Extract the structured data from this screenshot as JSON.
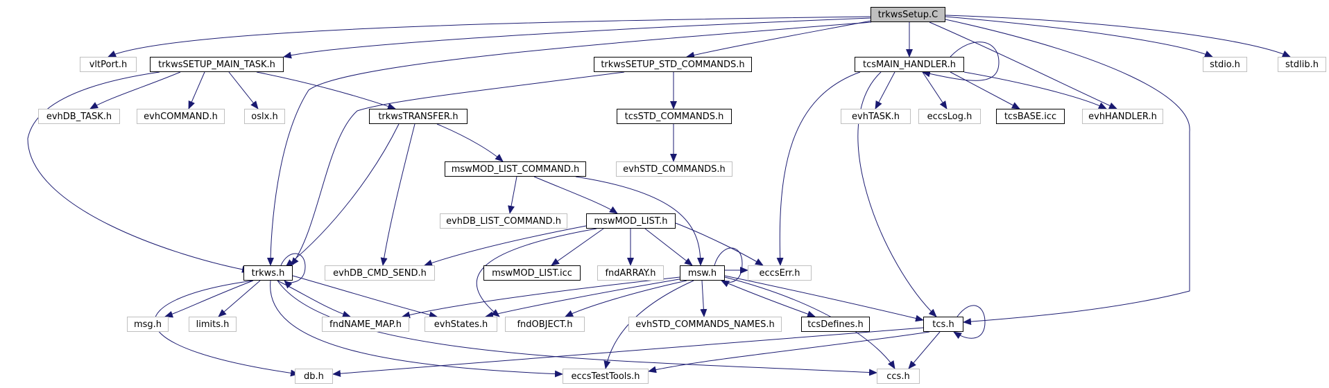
{
  "graph": {
    "edge_color": "#191970",
    "root_fill": "#bfbfbf",
    "external_border": "#bfbfbf",
    "documented_border": "#000000",
    "nodes": [
      {
        "id": "root",
        "label": "trkwsSetup.C",
        "kind": "root"
      },
      {
        "id": "vltPort",
        "label": "vltPort.h",
        "kind": "ext"
      },
      {
        "id": "mainTask",
        "label": "trkwsSETUP_MAIN_TASK.h",
        "kind": "doc"
      },
      {
        "id": "stdCmds",
        "label": "trkwsSETUP_STD_COMMANDS.h",
        "kind": "doc"
      },
      {
        "id": "mainHandler",
        "label": "tcsMAIN_HANDLER.h",
        "kind": "doc"
      },
      {
        "id": "stdio",
        "label": "stdio.h",
        "kind": "ext"
      },
      {
        "id": "stdlib",
        "label": "stdlib.h",
        "kind": "ext"
      },
      {
        "id": "evhDbTask",
        "label": "evhDB_TASK.h",
        "kind": "ext"
      },
      {
        "id": "evhCommand",
        "label": "evhCOMMAND.h",
        "kind": "ext"
      },
      {
        "id": "oslx",
        "label": "oslx.h",
        "kind": "ext"
      },
      {
        "id": "transfer",
        "label": "trkwsTRANSFER.h",
        "kind": "doc"
      },
      {
        "id": "tcsStdCmds",
        "label": "tcsSTD_COMMANDS.h",
        "kind": "doc"
      },
      {
        "id": "evhTask",
        "label": "evhTASK.h",
        "kind": "ext"
      },
      {
        "id": "eccsLog",
        "label": "eccsLog.h",
        "kind": "ext"
      },
      {
        "id": "tcsBase",
        "label": "tcsBASE.icc",
        "kind": "doc"
      },
      {
        "id": "evhHandler",
        "label": "evhHANDLER.h",
        "kind": "ext"
      },
      {
        "id": "mswModListCmd",
        "label": "mswMOD_LIST_COMMAND.h",
        "kind": "doc"
      },
      {
        "id": "evhStdCmds",
        "label": "evhSTD_COMMANDS.h",
        "kind": "ext"
      },
      {
        "id": "evhDbListCmd",
        "label": "evhDB_LIST_COMMAND.h",
        "kind": "ext"
      },
      {
        "id": "mswModList",
        "label": "mswMOD_LIST.h",
        "kind": "doc"
      },
      {
        "id": "trkws",
        "label": "trkws.h",
        "kind": "doc"
      },
      {
        "id": "evhDbCmdSend",
        "label": "evhDB_CMD_SEND.h",
        "kind": "ext"
      },
      {
        "id": "mswModListIcc",
        "label": "mswMOD_LIST.icc",
        "kind": "doc"
      },
      {
        "id": "fndArray",
        "label": "fndARRAY.h",
        "kind": "ext"
      },
      {
        "id": "msw",
        "label": "msw.h",
        "kind": "doc"
      },
      {
        "id": "eccsErr",
        "label": "eccsErr.h",
        "kind": "ext"
      },
      {
        "id": "msg",
        "label": "msg.h",
        "kind": "ext"
      },
      {
        "id": "limits",
        "label": "limits.h",
        "kind": "ext"
      },
      {
        "id": "fndNameMap",
        "label": "fndNAME_MAP.h",
        "kind": "ext"
      },
      {
        "id": "evhStates",
        "label": "evhStates.h",
        "kind": "ext"
      },
      {
        "id": "fndObject",
        "label": "fndOBJECT.h",
        "kind": "ext"
      },
      {
        "id": "evhStdCmdNames",
        "label": "evhSTD_COMMANDS_NAMES.h",
        "kind": "ext"
      },
      {
        "id": "tcsDefines",
        "label": "tcsDefines.h",
        "kind": "doc"
      },
      {
        "id": "tcs",
        "label": "tcs.h",
        "kind": "doc"
      },
      {
        "id": "db",
        "label": "db.h",
        "kind": "ext"
      },
      {
        "id": "eccsTestTools",
        "label": "eccsTestTools.h",
        "kind": "ext"
      },
      {
        "id": "ccs",
        "label": "ccs.h",
        "kind": "ext"
      }
    ]
  }
}
